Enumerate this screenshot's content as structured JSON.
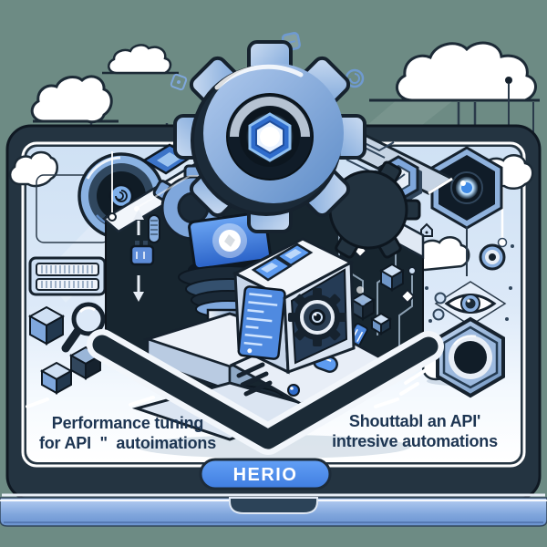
{
  "captions": {
    "left_line1": "Performance tuning",
    "left_line2": "for API  \"  autoimations",
    "right_line1": "Shouttabl an API'",
    "right_line2": "intresive automations"
  },
  "button": {
    "label": "HERIO"
  },
  "palette": {
    "background_green": "#6D8B84",
    "bezel_navy": "#243441",
    "dark_navy": "#16222E",
    "screen_blue": "#CFE0F4",
    "screen_bottom_white": "#FFFFFF",
    "gear_blue": "#8AB0E0",
    "accent_blue": "#3F7FD8",
    "glow_blue": "#8FC4F4",
    "button_blue": "#4F8EF2",
    "base_blue": "#7FA7E2",
    "caption_navy": "#1D3552",
    "cloud_white": "#FFFFFF"
  },
  "icons": [
    "cloud-icon",
    "gear-icon",
    "hexagon-camera-icon",
    "hexagon-badge-icon",
    "lens-spiral-icon",
    "server-rack-icon",
    "cube-icon",
    "magnifier-icon",
    "piston-icon",
    "control-device-icon",
    "code-screen-icon",
    "target-icon",
    "eye-icon",
    "hex-nut-icon",
    "house-icon",
    "arrow-up-icon",
    "arrow-down-icon",
    "chip-icon",
    "circuit-trace-icon",
    "sparkle-icon"
  ]
}
